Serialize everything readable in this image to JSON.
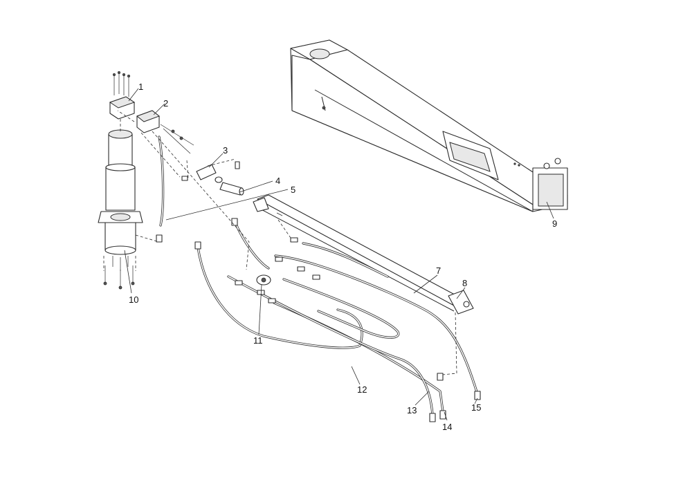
{
  "callouts": {
    "c1": "1",
    "c2": "2",
    "c3": "3",
    "c4": "4",
    "c5": "5",
    "c7": "7",
    "c8": "8",
    "c9": "9",
    "c10": "10",
    "c11": "11",
    "c12": "12",
    "c13": "13",
    "c14": "14",
    "c15": "15"
  },
  "colors": {
    "line": "#2a2a2a",
    "background": "#ffffff"
  }
}
